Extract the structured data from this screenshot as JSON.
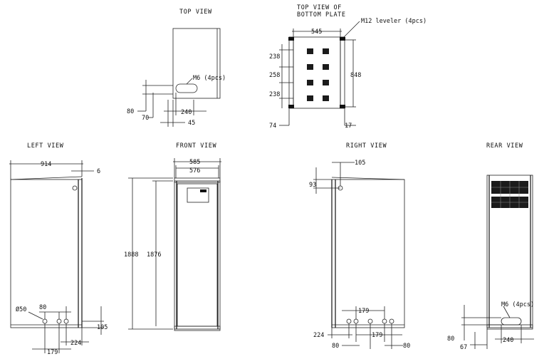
{
  "views": {
    "top": {
      "title": "TOP VIEW"
    },
    "bottom_plate": {
      "title_line1": "TOP VIEW OF",
      "title_line2": "BOTTOM PLATE",
      "leveler_note": "M12 leveler (4pcs)"
    },
    "left": {
      "title": "LEFT VIEW"
    },
    "front": {
      "title": "FRONT VIEW"
    },
    "right": {
      "title": "RIGHT VIEW"
    },
    "rear": {
      "title": "REAR VIEW"
    }
  },
  "top_view": {
    "bolt_note": "M6 (4pcs)",
    "d80": "80",
    "d70": "70",
    "d240": "240",
    "d45": "45"
  },
  "bottom_plate": {
    "d545": "545",
    "d238a": "238",
    "d258": "258",
    "d238b": "238",
    "d848": "848",
    "d74": "74",
    "d17": "17"
  },
  "left_view": {
    "d914": "914",
    "d6": "6",
    "d50": "Ø50",
    "d80": "80",
    "d105": "105",
    "d224": "224",
    "d179": "179"
  },
  "front_view": {
    "d585": "585",
    "d576": "576",
    "d1888": "1888",
    "d1876": "1876"
  },
  "right_view": {
    "d105": "105",
    "d93": "93",
    "d179a": "179",
    "d224": "224",
    "d179b": "179",
    "d80a": "80",
    "d80b": "80"
  },
  "rear_view": {
    "bolt_note": "M6 (4pcs)",
    "d80": "80",
    "d67": "67",
    "d240": "240"
  },
  "colors": {
    "line": "#222222",
    "vent": "#1b1b1b",
    "background": "#ffffff"
  }
}
